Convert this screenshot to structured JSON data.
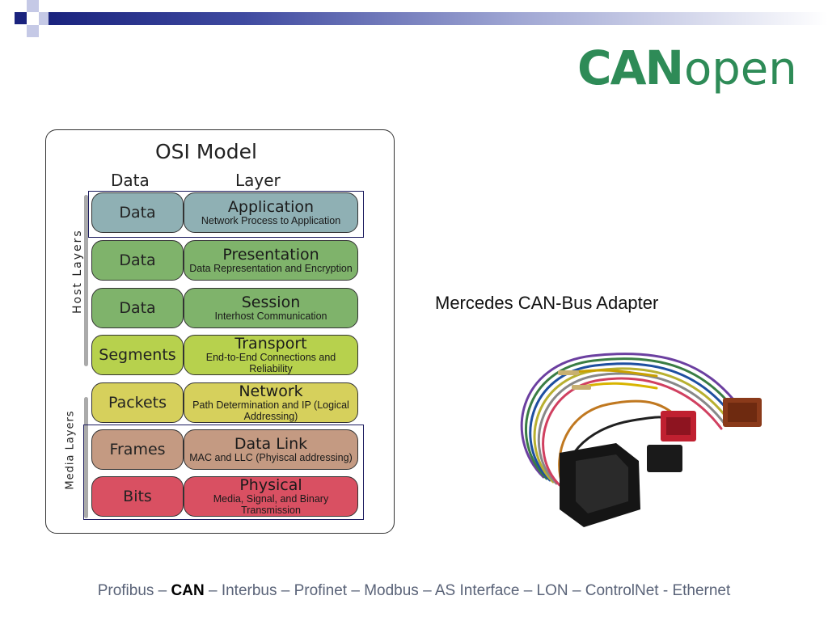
{
  "logo": {
    "bold": "CAN",
    "light": "open"
  },
  "osi": {
    "title": "OSI Model",
    "col_data": "Data",
    "col_layer": "Layer",
    "host_label": "Host Layers",
    "media_label": "Media Layers",
    "rows": [
      {
        "data": "Data",
        "layer": "Application",
        "desc": "Network Process to Application",
        "color": "#8fb0b4"
      },
      {
        "data": "Data",
        "layer": "Presentation",
        "desc": "Data Representation and Encryption",
        "color": "#7fb36b"
      },
      {
        "data": "Data",
        "layer": "Session",
        "desc": "Interhost Communication",
        "color": "#7fb36b"
      },
      {
        "data": "Segments",
        "layer": "Transport",
        "desc": "End-to-End Connections and Reliability",
        "color": "#b7d14d"
      },
      {
        "data": "Packets",
        "layer": "Network",
        "desc": "Path Determination and IP (Logical Addressing)",
        "color": "#d6d05c"
      },
      {
        "data": "Frames",
        "layer": "Data Link",
        "desc": "MAC and LLC (Phyiscal addressing)",
        "color": "#c49a82"
      },
      {
        "data": "Bits",
        "layer": "Physical",
        "desc": "Media, Signal, and Binary Transmission",
        "color": "#d95062"
      }
    ]
  },
  "adapter": {
    "caption": "Mercedes CAN-Bus Adapter"
  },
  "footer": {
    "before": "Profibus – ",
    "highlight": "CAN",
    "after": " – Interbus – Profinet – Modbus – AS Interface – LON – ControlNet - Ethernet"
  }
}
